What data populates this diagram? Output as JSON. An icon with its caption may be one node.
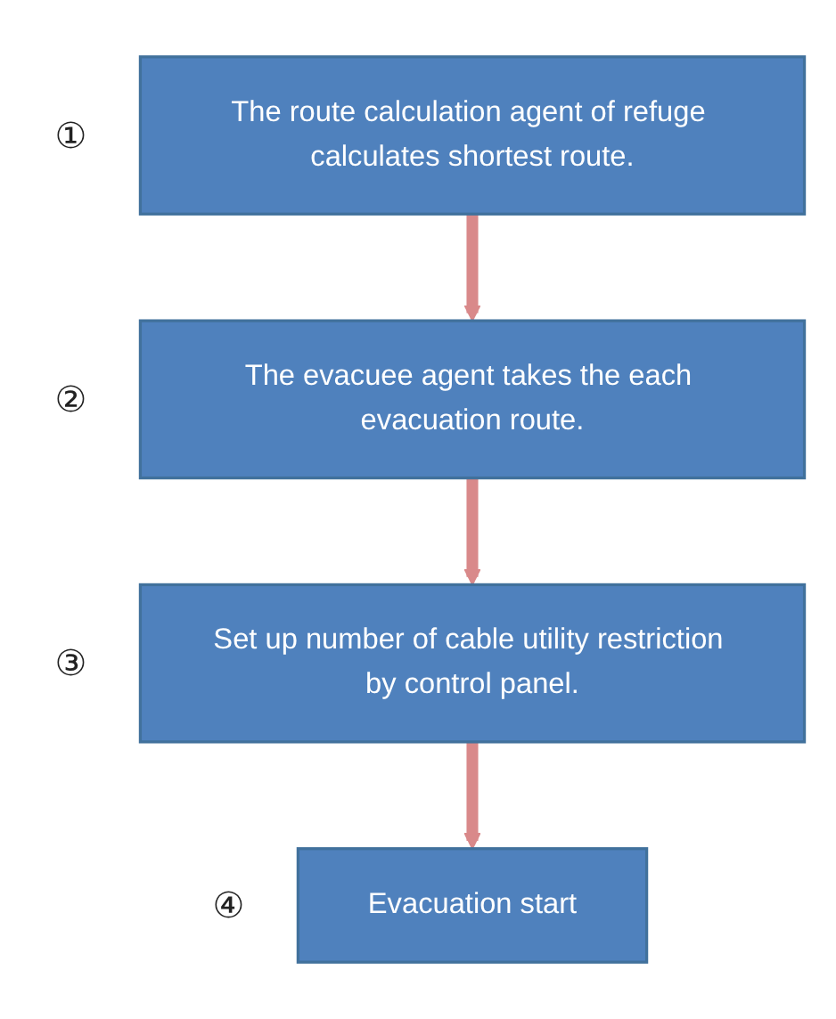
{
  "diagram": {
    "nodes": [
      {
        "text": [
          "The route calculation agent of refuge calculates shortest route."
        ],
        "beside": [
          "①"
        ]
      },
      {
        "text": [
          "The evacuee agent takes the each evacuation route."
        ],
        "beside": [
          "②"
        ]
      },
      {
        "text": [
          "Set up number of cable utility restriction by control panel."
        ],
        "beside": [
          "③"
        ]
      },
      {
        "text": [
          "Evacuation start"
        ],
        "beside": [
          "④"
        ]
      }
    ],
    "edges": [
      {
        "from": 0,
        "to": 1,
        "arrow": "to"
      },
      {
        "from": 1,
        "to": 2,
        "arrow": "to"
      },
      {
        "from": 2,
        "to": 3,
        "arrow": "to"
      }
    ]
  }
}
